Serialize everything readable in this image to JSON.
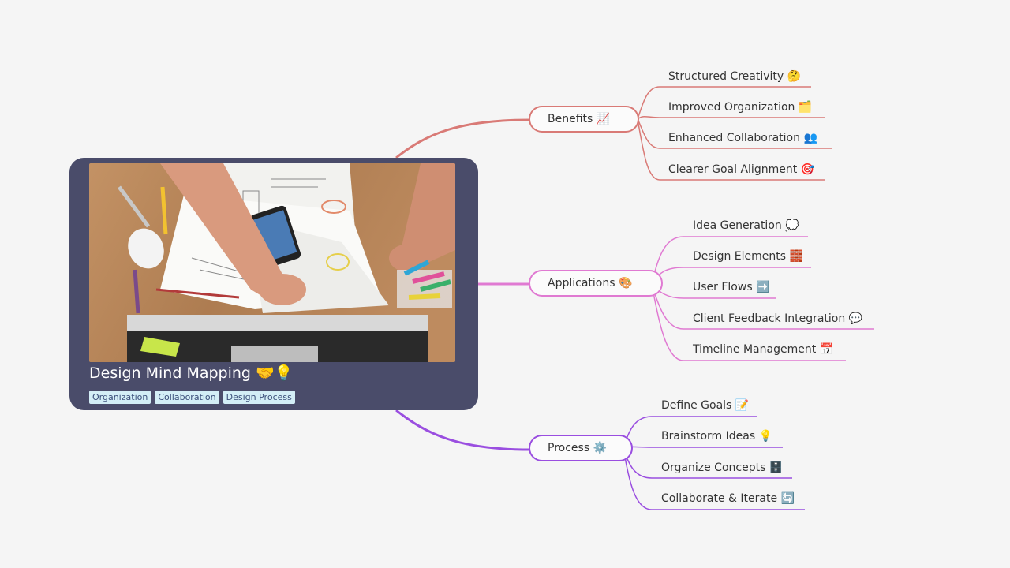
{
  "central": {
    "title": "Design Mind Mapping 🤝💡",
    "tags": [
      "Organization",
      "Collaboration",
      "Design Process"
    ]
  },
  "branches": [
    {
      "label": "Benefits 📈",
      "color": "#d97a76",
      "children": [
        "Structured Creativity 🤔",
        "Improved Organization 🗂️",
        "Enhanced Collaboration 👥",
        "Clearer Goal Alignment 🎯"
      ]
    },
    {
      "label": "Applications 🎨",
      "color": "#e07ad2",
      "children": [
        "Idea Generation 💭",
        "Design Elements 🧱",
        "User Flows ➡️",
        "Client Feedback Integration 💬",
        "Timeline Management 📅"
      ]
    },
    {
      "label": "Process ⚙️",
      "color": "#9a4ee0",
      "children": [
        "Define Goals 📝",
        "Brainstorm Ideas 💡",
        "Organize Concepts 🗄️",
        "Collaborate & Iterate 🔄"
      ]
    }
  ]
}
